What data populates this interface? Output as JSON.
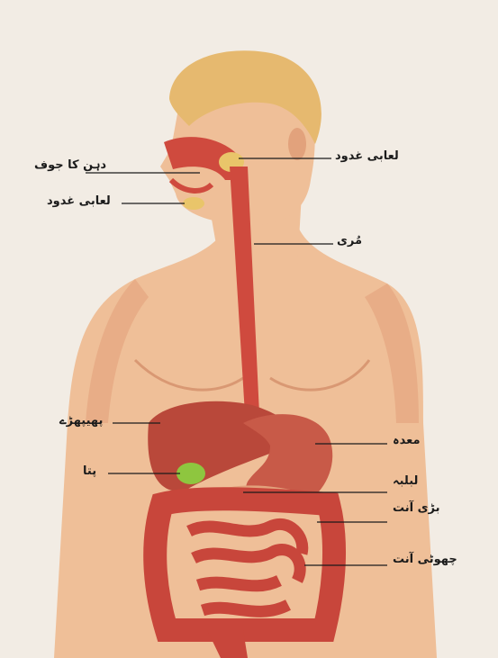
{
  "diagram": {
    "labels": {
      "salivary_gland_upper": "لعابی غدود",
      "mouth_cavity": "دہن کا جوف",
      "salivary_gland_lower": "لعابی غدود",
      "esophagus": "مُری",
      "lungs": "پھیپھڑے",
      "stomach": "معدہ",
      "gallbladder": "پتا",
      "pancreas": "لبلبہ",
      "large_intestine": "بڑی آنت",
      "small_intestine": "چھوٹی آنت"
    },
    "colors": {
      "background": "#f2ece4",
      "skin": "#efbf98",
      "skin_shade": "#e2a27c",
      "hair": "#e6b96f",
      "tract": "#cf4a3e",
      "liver": "#b9483a",
      "intestine": "#c8463b",
      "gallbladder": "#8ec63f",
      "leader_line": "#1b1b1b"
    }
  }
}
